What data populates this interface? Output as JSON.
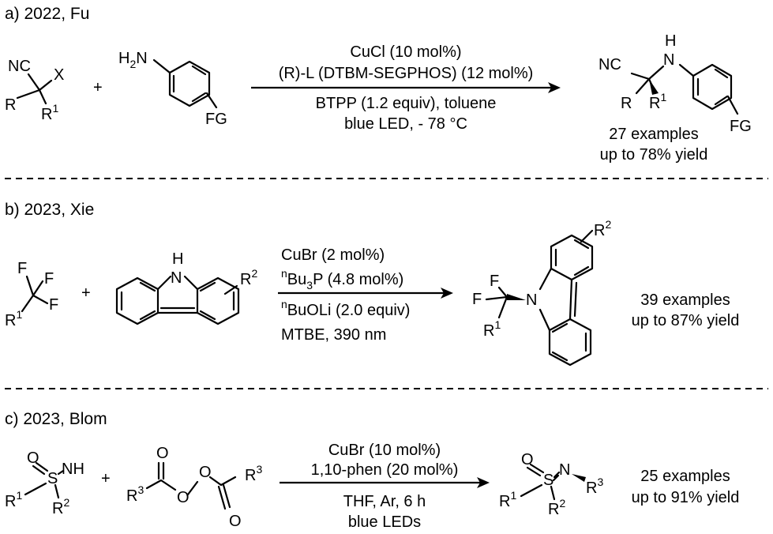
{
  "panels": [
    {
      "header": "a) 2022, Fu",
      "conditions": [
        "CuCl (10 mol%)",
        "(R)-L (DTBM-SEGPHOS) (12 mol%)",
        "BTPP (1.2 equiv), toluene",
        "blue LED, - 78 °C"
      ],
      "summary": [
        "27 examples",
        "up to 78% yield"
      ],
      "labels": {
        "nc": "NC",
        "x": "X",
        "r": "R",
        "r1": "R",
        "sup1": "1",
        "h2n_h": "H",
        "h2n_sub": "2",
        "h2n_n": "N",
        "fg": "FG",
        "plus": "+",
        "prod_nc": "NC",
        "prod_h": "H",
        "prod_n": "N",
        "prod_r": "R",
        "prod_r1": "R",
        "prod_sup1": "1",
        "prod_fg": "FG"
      }
    },
    {
      "header": "b) 2023, Xie",
      "conditions": {
        "c1": "CuBr (2 mol%)",
        "c2_sup": "n",
        "c2": "Bu",
        "c2_sub": "3",
        "c2_rest": "P (4.8 mol%)",
        "c3_sup": "n",
        "c3": "BuOLi (2.0 equiv)",
        "c4": "MTBE, 390 nm"
      },
      "summary": [
        "39 examples",
        "up to 87% yield"
      ],
      "labels": {
        "f1": "F",
        "f2": "F",
        "f3": "F",
        "r1": "R",
        "sup1": "1",
        "plus": "+",
        "h": "H",
        "n": "N",
        "r2": "R",
        "sup2": "2",
        "prod_f1": "F",
        "prod_f2": "F",
        "prod_n": "N",
        "prod_r1": "R",
        "prod_sup1": "1",
        "prod_r2": "R",
        "prod_sup2": "2"
      }
    },
    {
      "header": "c) 2023, Blom",
      "conditions": [
        "CuBr (10 mol%)",
        "1,10-phen (20 mol%)",
        "THF, Ar, 6 h",
        "blue LEDs"
      ],
      "summary": [
        "25 examples",
        "up to 91% yield"
      ],
      "labels": {
        "o": "O",
        "s": "S",
        "nh": "NH",
        "r1": "R",
        "sup1": "1",
        "r2": "R",
        "sup2": "2",
        "plus": "+",
        "perox_r3a": "R",
        "perox_sup3a": "3",
        "perox_o1": "O",
        "perox_o2": "O",
        "perox_o3": "O",
        "perox_o4": "O",
        "perox_r3b": "R",
        "perox_sup3b": "3",
        "prod_o": "O",
        "prod_s": "S",
        "prod_n": "N",
        "prod_r1": "R",
        "prod_sup1": "1",
        "prod_r2": "R",
        "prod_sup2": "2",
        "prod_r3": "R",
        "prod_sup3": "3"
      }
    }
  ]
}
